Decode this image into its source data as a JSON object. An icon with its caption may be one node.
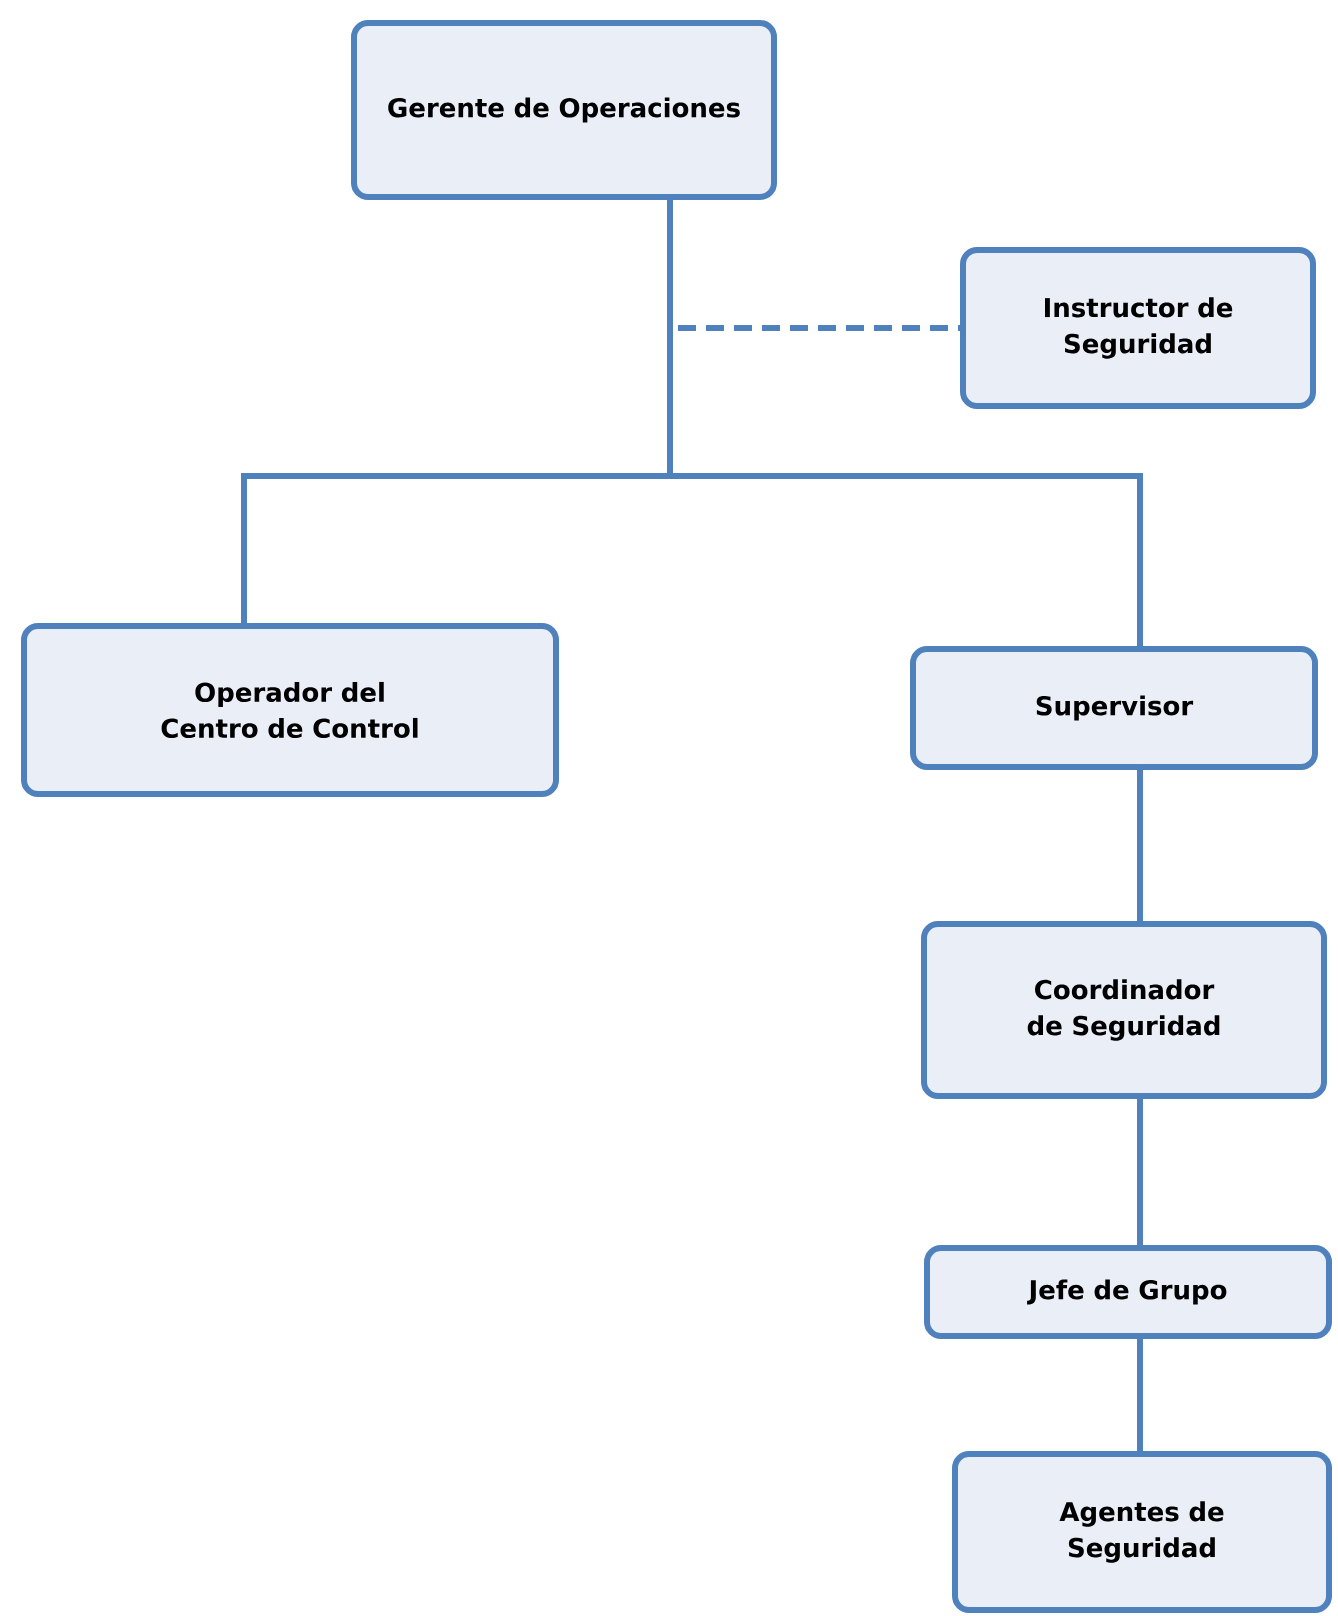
{
  "diagram": {
    "nodes": [
      {
        "text": [
          "Gerente de Operaciones"
        ]
      },
      {
        "text": [
          "Instructor de Seguridad"
        ]
      },
      {
        "text": [
          "Operador del Centro de Control"
        ]
      },
      {
        "text": [
          "Supervisor"
        ]
      },
      {
        "text": [
          "Coordinador de Seguridad"
        ]
      },
      {
        "text": [
          "Jefe de Grupo"
        ]
      },
      {
        "text": [
          "Agentes de Seguridad"
        ]
      }
    ],
    "edges": [
      {
        "from": 0,
        "to": 1,
        "arrow": "none",
        "style": "dashed"
      },
      {
        "from": 0,
        "to": 2,
        "arrow": "none"
      },
      {
        "from": 0,
        "to": 3,
        "arrow": "none"
      },
      {
        "from": 3,
        "to": 4,
        "arrow": "none"
      },
      {
        "from": 4,
        "to": 5,
        "arrow": "none"
      },
      {
        "from": 5,
        "to": 6,
        "arrow": "none"
      }
    ]
  }
}
